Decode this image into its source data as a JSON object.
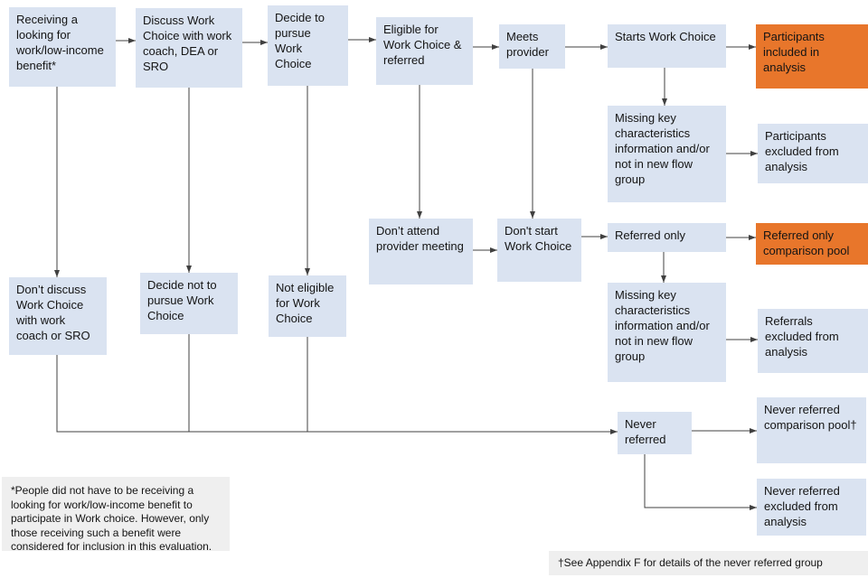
{
  "boxes": {
    "receiving": "Receiving a looking for work/low-income benefit*",
    "discuss": "Discuss Work Choice with work coach, DEA or SRO",
    "decide_pursue": "Decide to pursue Work Choice",
    "eligible": "Eligible for Work Choice & referred",
    "meets_provider": "Meets provider",
    "starts": "Starts Work Choice",
    "participants_included": "Participants included in analysis",
    "missing_key_1": "Missing key characteristics information and/or not in new flow group",
    "participants_excluded": "Participants excluded from analysis",
    "dont_attend": "Don’t attend provider meeting",
    "dont_start": "Don't start Work Choice",
    "referred_only": "Referred only",
    "referred_only_pool": "Referred only comparison pool",
    "missing_key_2": "Missing key characteristics information and/or not in new flow group",
    "referrals_excluded": "Referrals excluded from analysis",
    "dont_discuss": "Don’t discuss Work Choice with work coach or SRO",
    "decide_not_pursue": "Decide not to pursue Work Choice",
    "not_eligible": "Not eligible for Work Choice",
    "never_referred": "Never referred",
    "never_referred_pool": "Never referred comparison pool†",
    "never_referred_excluded": "Never referred excluded from analysis"
  },
  "footnotes": {
    "left": "*People did not have to be receiving a looking for work/low-income benefit to participate in Work choice. However, only those receiving such a benefit were considered for inclusion in this evaluation.",
    "right": "†See Appendix F for details of the never referred group"
  },
  "colors": {
    "box_blue": "#dae3f1",
    "box_orange": "#e8762b",
    "footnote_gray": "#efefef",
    "line": "#404040"
  }
}
